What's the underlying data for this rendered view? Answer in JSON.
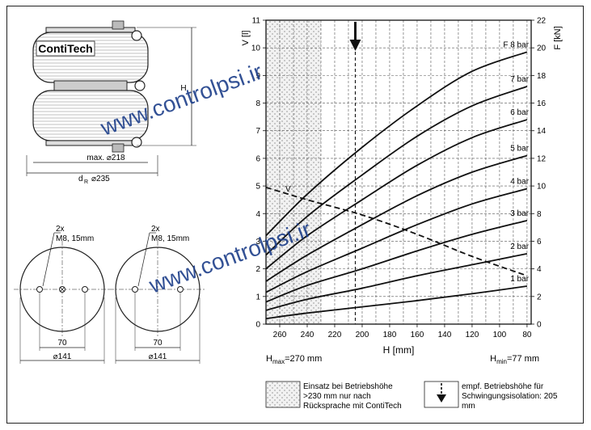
{
  "brand": "ContiTech",
  "watermark": "www.controlpsi.ir",
  "dims": {
    "height_symbol": "H",
    "max_label": "max. ⌀218",
    "dr_prefix": "d",
    "dr_sub": "R",
    "dr_value": "⌀235"
  },
  "plates": [
    {
      "holes_label_1": "2x",
      "holes_label_2": "M8, 15mm",
      "spacing": "70",
      "diameter": "⌀141",
      "center_hole": true
    },
    {
      "holes_label_1": "2x",
      "holes_label_2": "M8, 15mm",
      "spacing": "70",
      "diameter": "⌀141",
      "center_hole": false
    }
  ],
  "legend": {
    "hatch_text": [
      "Einsatz bei Betriebshöhe",
      ">230 mm nur nach",
      "Rücksprache mit ContiTech"
    ],
    "arrow_text": [
      "empf. Betriebshöhe für",
      "Schwingungsisolation: 205",
      "mm"
    ]
  },
  "chart_data": {
    "type": "line",
    "xlabel": "H [mm]",
    "ylabel_left": "V [l]",
    "ylabel_right": "F [kN]",
    "x_reversed": true,
    "xlim": [
      270,
      77
    ],
    "x_ticks": [
      260,
      240,
      220,
      200,
      180,
      160,
      140,
      120,
      100,
      80
    ],
    "ylim_left": [
      0,
      11
    ],
    "y_ticks_left": [
      0,
      1,
      2,
      3,
      4,
      5,
      6,
      7,
      8,
      9,
      10,
      11
    ],
    "ylim_right": [
      0,
      22
    ],
    "y_ticks_right": [
      0,
      2,
      4,
      6,
      8,
      10,
      12,
      14,
      16,
      18,
      20,
      22
    ],
    "grid": true,
    "h_max_label": "H",
    "h_max_sub": "max",
    "h_max_value": "=270 mm",
    "h_min_label": "H",
    "h_min_sub": "min",
    "h_min_value": "=77 mm",
    "hatch_range_x": [
      270,
      230
    ],
    "recommended_height": 205,
    "force_series": [
      {
        "name": "1 bar",
        "label": "1 bar",
        "points": [
          [
            270,
            0.4
          ],
          [
            240,
            0.8
          ],
          [
            200,
            1.25
          ],
          [
            160,
            1.7
          ],
          [
            120,
            2.2
          ],
          [
            80,
            2.75
          ]
        ]
      },
      {
        "name": "2 bar",
        "label": "2 bar",
        "points": [
          [
            270,
            1.0
          ],
          [
            240,
            1.8
          ],
          [
            200,
            2.6
          ],
          [
            160,
            3.5
          ],
          [
            120,
            4.3
          ],
          [
            80,
            5.1
          ]
        ]
      },
      {
        "name": "3 bar",
        "label": "3 bar",
        "points": [
          [
            270,
            1.6
          ],
          [
            240,
            2.8
          ],
          [
            200,
            4.0
          ],
          [
            160,
            5.3
          ],
          [
            120,
            6.5
          ],
          [
            80,
            7.5
          ]
        ]
      },
      {
        "name": "4 bar",
        "label": "4 bar",
        "points": [
          [
            270,
            2.3
          ],
          [
            240,
            3.8
          ],
          [
            200,
            5.5
          ],
          [
            160,
            7.2
          ],
          [
            120,
            8.7
          ],
          [
            80,
            9.8
          ]
        ]
      },
      {
        "name": "5 bar",
        "label": "5 bar",
        "points": [
          [
            270,
            3.1
          ],
          [
            240,
            5.0
          ],
          [
            200,
            7.2
          ],
          [
            160,
            9.3
          ],
          [
            120,
            11.0
          ],
          [
            80,
            12.2
          ]
        ]
      },
      {
        "name": "6 bar",
        "label": "6 bar",
        "points": [
          [
            270,
            4.0
          ],
          [
            240,
            6.4
          ],
          [
            200,
            9.0
          ],
          [
            160,
            11.5
          ],
          [
            120,
            13.5
          ],
          [
            80,
            14.8
          ]
        ]
      },
      {
        "name": "7 bar",
        "label": "7 bar",
        "points": [
          [
            270,
            5.0
          ],
          [
            240,
            7.8
          ],
          [
            200,
            10.8
          ],
          [
            160,
            13.6
          ],
          [
            120,
            15.8
          ],
          [
            80,
            17.2
          ]
        ]
      },
      {
        "name": "8 bar",
        "label": "F 8 bar",
        "points": [
          [
            270,
            6.4
          ],
          [
            240,
            9.4
          ],
          [
            200,
            12.8
          ],
          [
            160,
            15.8
          ],
          [
            120,
            18.3
          ],
          [
            80,
            19.7
          ]
        ]
      }
    ],
    "volume_series": {
      "name": "V",
      "label": "V",
      "points": [
        [
          270,
          4.95
        ],
        [
          240,
          4.5
        ],
        [
          200,
          3.95
        ],
        [
          160,
          3.25
        ],
        [
          120,
          2.45
        ],
        [
          80,
          1.75
        ]
      ]
    }
  }
}
